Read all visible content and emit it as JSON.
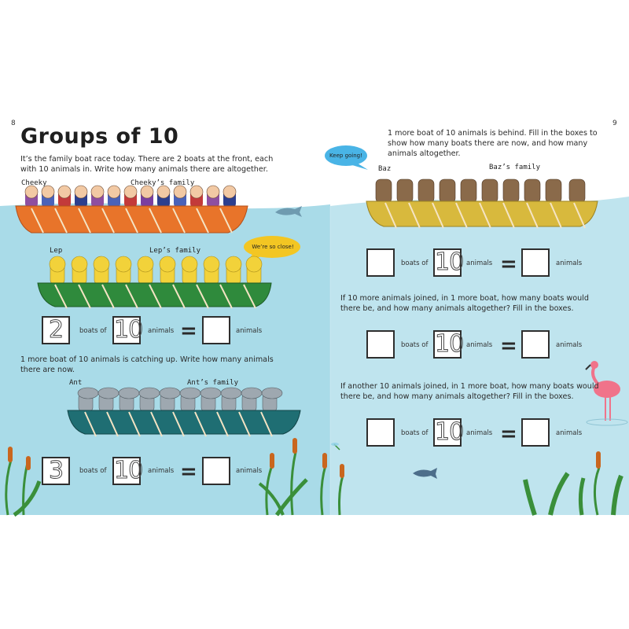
{
  "pages": {
    "left": "8",
    "right": "9"
  },
  "title": "Groups of 10",
  "intro": [
    "It’s the family boat race today. There are 2 boats at the front, each",
    "with 10 animals in. Write how many animals there are altogether."
  ],
  "labels": {
    "cheeky": "Cheeky",
    "cheekys_family": "Cheeky’s family",
    "lep": "Lep",
    "leps_family": "Lep’s family",
    "ant": "Ant",
    "ants_family": "Ant’s family",
    "baz": "Baz",
    "bazs_family": "Baz’s family"
  },
  "bubbles": {
    "lep": "We’re so close!",
    "baz": "Keep going!"
  },
  "words": {
    "boats_of": "boats of",
    "animals": "animals",
    "equals": "="
  },
  "left_eq1": {
    "boats": "2",
    "per_boat": "10"
  },
  "left_q2": [
    "1 more boat of 10 animals is catching up. Write how many animals",
    "there are now."
  ],
  "left_eq2": {
    "boats": "3",
    "per_boat": "10"
  },
  "right_q1": [
    "1 more boat of 10 animals is behind. Fill in the boxes to",
    "show how many boats there are now, and how many",
    "animals altogether."
  ],
  "right_eq1": {
    "per_boat": "10"
  },
  "right_q2": [
    "If 10 more animals joined, in 1 more boat, how many boats would",
    "there be, and how many animals altogether? Fill in the boxes."
  ],
  "right_eq2": {
    "per_boat": "10"
  },
  "right_q3": [
    "If another 10 animals joined, in 1 more boat, how many boats would",
    "there be, and how many animals altogether? Fill in the boxes."
  ],
  "right_eq3": {
    "per_boat": "10"
  },
  "colors": {
    "water": "#a9dbe8",
    "water_light": "#d4eef5",
    "boat_orange": "#e8742a",
    "boat_green": "#2f8a3c",
    "boat_teal": "#1f6e73",
    "boat_yellow": "#d8b93d",
    "bubble_yellow": "#f3c623",
    "bubble_blue": "#49b4e6",
    "flamingo": "#f0738a",
    "reed": "#c9661e",
    "leaf": "#3a8f3a"
  }
}
